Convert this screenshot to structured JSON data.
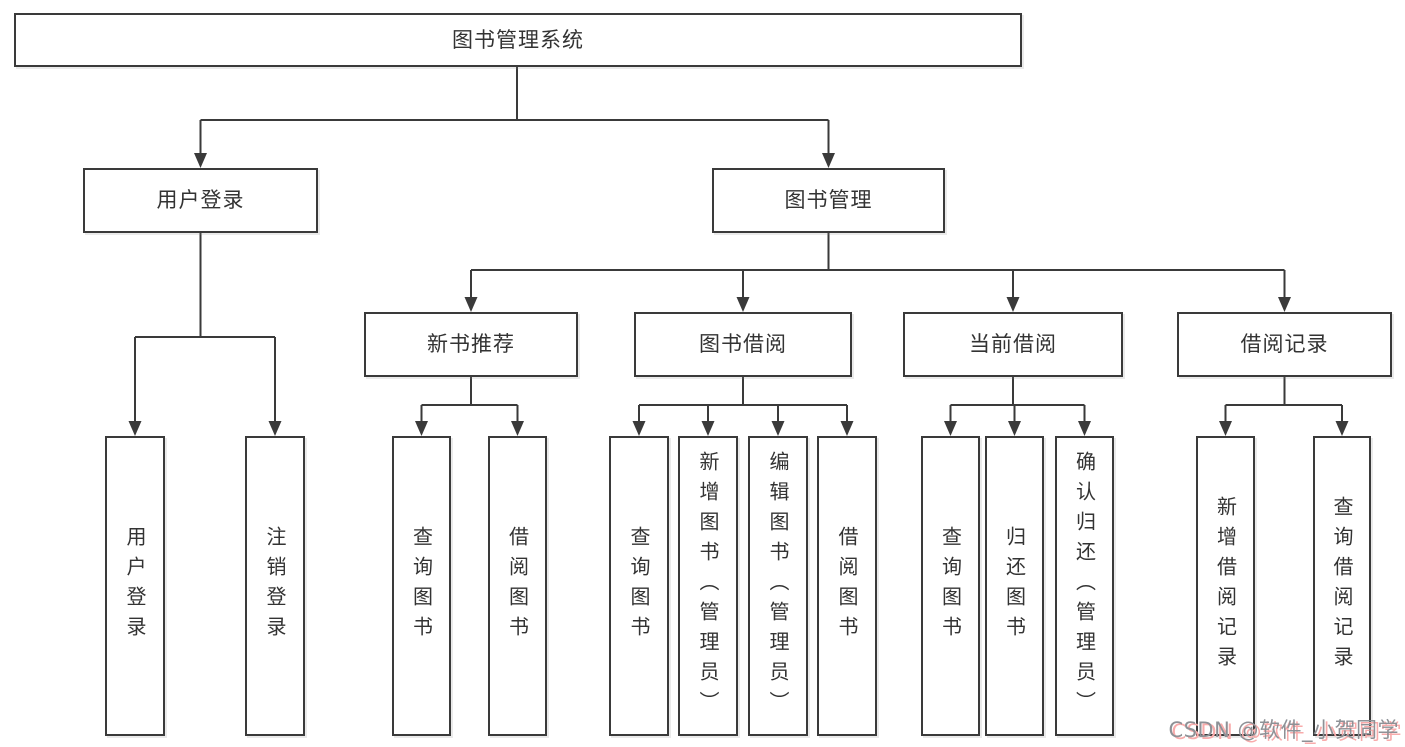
{
  "tree": {
    "label": "图书管理系统",
    "children": [
      {
        "label": "用户登录",
        "children": [
          {
            "label": "用户登录"
          },
          {
            "label": "注销登录"
          }
        ]
      },
      {
        "label": "图书管理",
        "children": [
          {
            "label": "新书推荐",
            "children": [
              {
                "label": "查询图书"
              },
              {
                "label": "借阅图书"
              }
            ]
          },
          {
            "label": "图书借阅",
            "children": [
              {
                "label": "查询图书"
              },
              {
                "label": "新增图书（管理员）"
              },
              {
                "label": "编辑图书（管理员）"
              },
              {
                "label": "借阅图书"
              }
            ]
          },
          {
            "label": "当前借阅",
            "children": [
              {
                "label": "查询图书"
              },
              {
                "label": "归还图书"
              },
              {
                "label": "确认归还（管理员）"
              }
            ]
          },
          {
            "label": "借阅记录",
            "children": [
              {
                "label": "新增借阅记录"
              },
              {
                "label": "查询借阅记录"
              }
            ]
          }
        ]
      }
    ]
  },
  "watermark": {
    "text": "CSDN @软件_小贺同学"
  },
  "colors": {
    "line": "#3a3a3a",
    "box_border": "#3a3a3a",
    "text": "#333333",
    "background": "#ffffff",
    "watermark_text": "#8e9196",
    "watermark_shadow": "#f8abab"
  }
}
